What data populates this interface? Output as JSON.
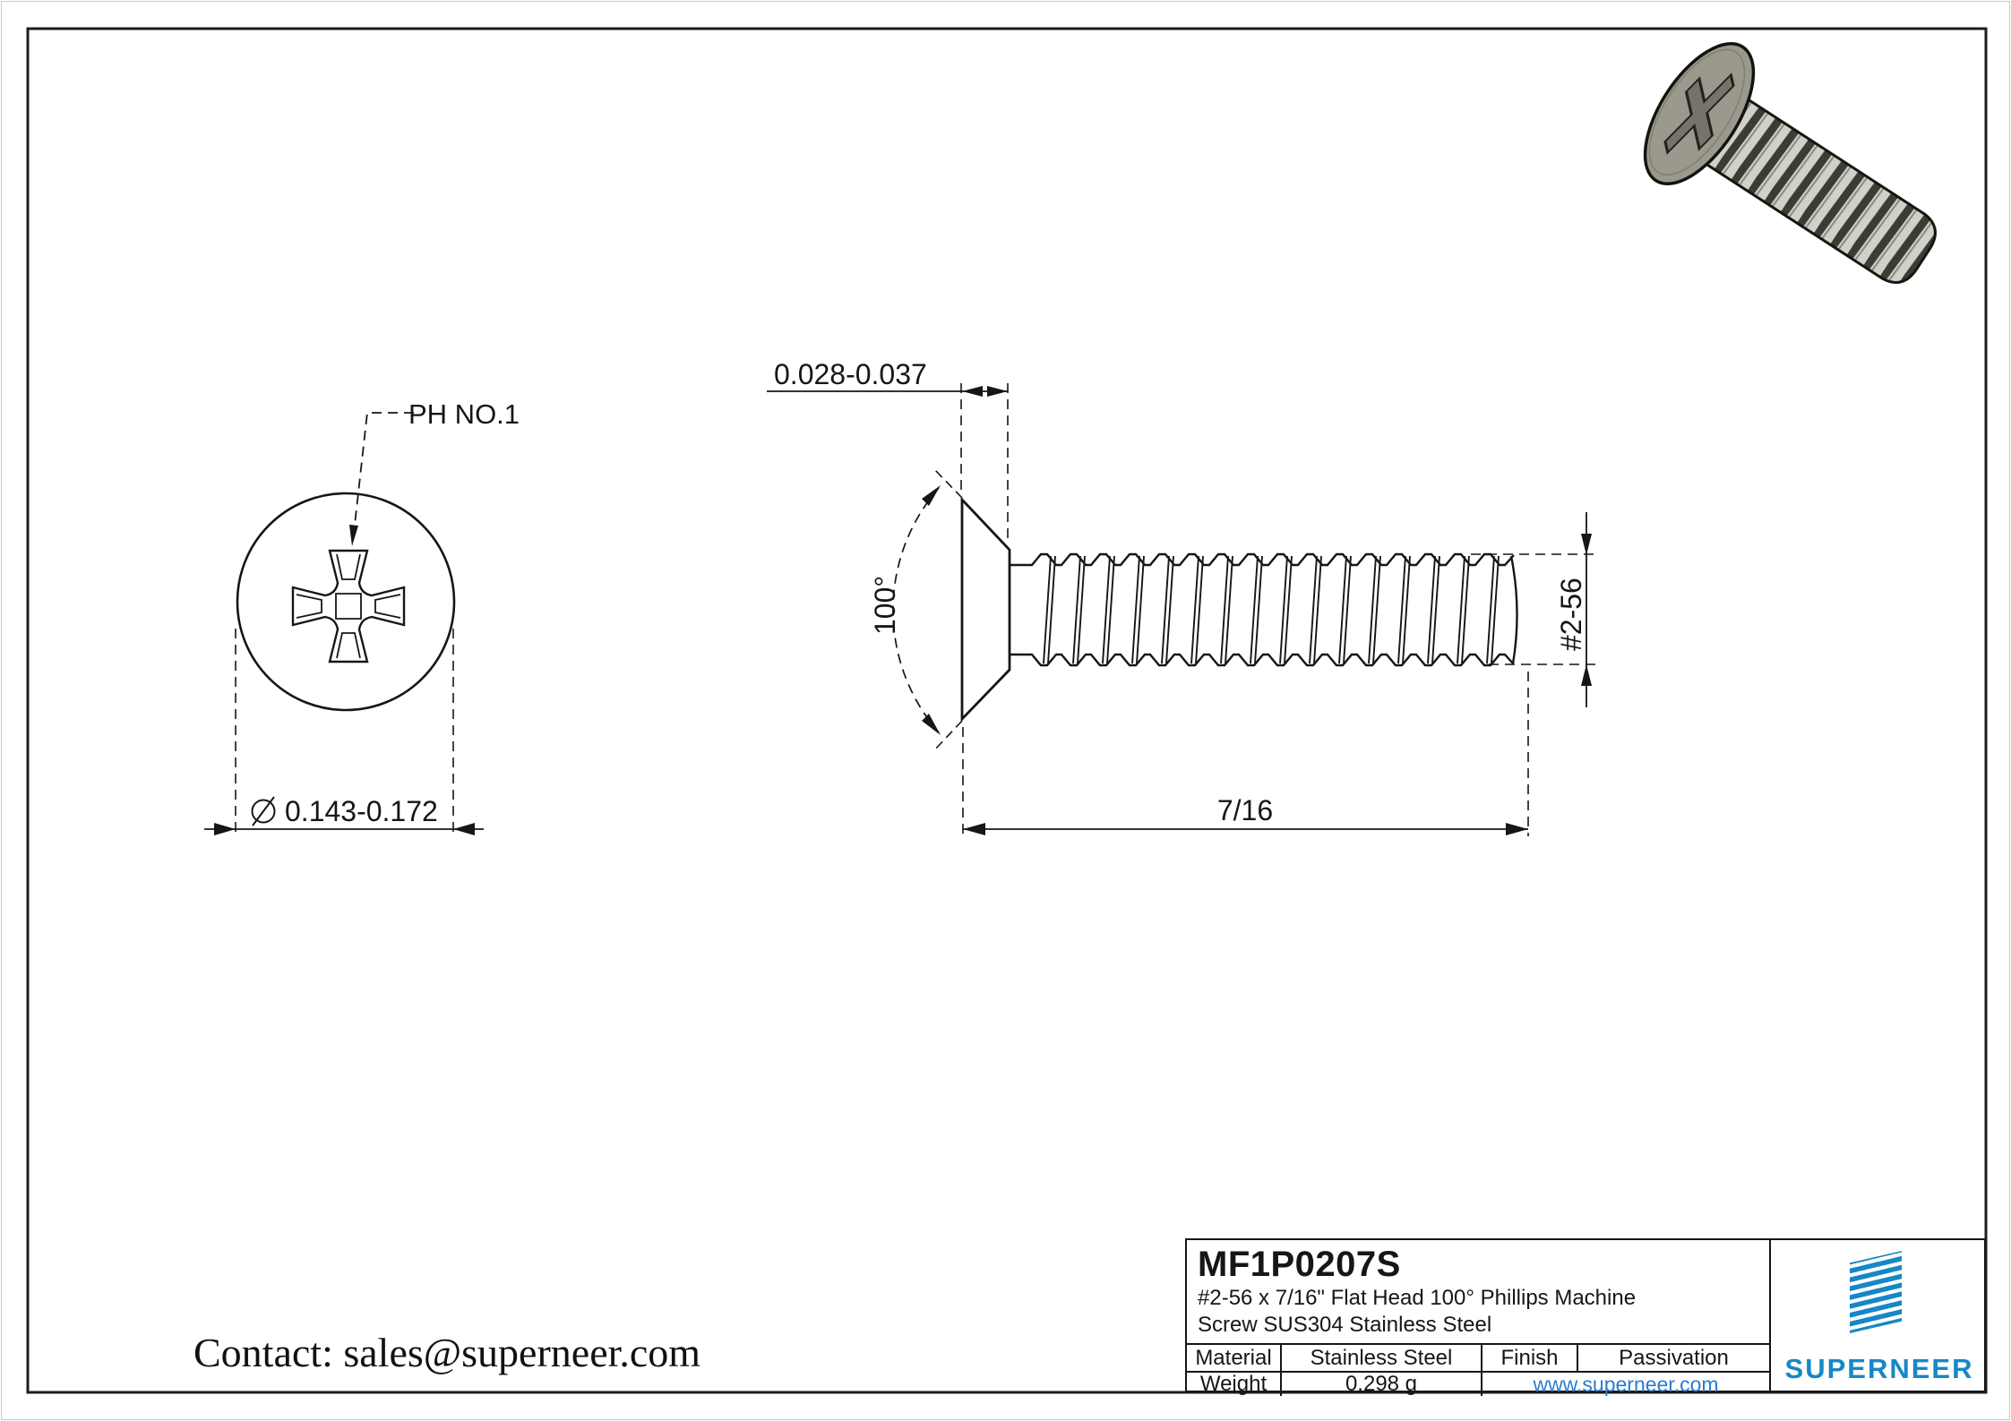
{
  "front_view": {
    "recess_label": "PH NO.1",
    "diameter_value": "0.143-0.172"
  },
  "side_view": {
    "head_height": "0.028-0.037",
    "head_angle": "100°",
    "thread_size": "#2-56",
    "length": "7/16"
  },
  "title_block": {
    "part_number": "MF1P0207S",
    "description_line1": "#2-56 x 7/16\" Flat Head 100° Phillips Machine",
    "description_line2": "Screw SUS304 Stainless Steel",
    "material_label": "Material",
    "material_value": "Stainless Steel",
    "finish_label": "Finish",
    "finish_value": "Passivation",
    "weight_label": "Weight",
    "weight_value": "0.298 g",
    "website": "www.superneer.com",
    "brand_name": "SUPERNEER"
  },
  "footer": {
    "contact": "Contact: sales@superneer.com"
  },
  "colors": {
    "brand_blue": "#1787c6",
    "link_blue": "#2b7cd2",
    "line_black": "#161616",
    "screw_head_gray": "#9b998e"
  }
}
